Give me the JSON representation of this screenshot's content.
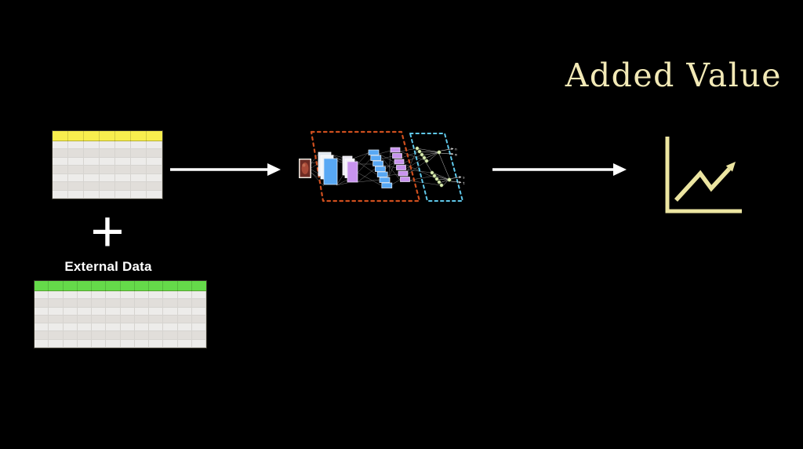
{
  "colors": {
    "background": "#000000",
    "title_color": "#f2e9b6",
    "arrow_color": "#ffffff",
    "encoder_outline": "#cf4f1e",
    "head_outline": "#5fc8ea",
    "conv_color": "#58a8f4",
    "dense_color": "#c893ee",
    "node_color": "#dcedb4",
    "chart_color": "#ece5a1",
    "wire_color": "#8f8f8f"
  },
  "title": "Added Value",
  "pipeline": {
    "input_table": {
      "header_color": "#f8ee4e",
      "columns": 7,
      "rows": 7
    },
    "plus_symbol": "+",
    "external_data": {
      "label": "External Data",
      "table": {
        "header_color": "#65da4a",
        "columns": 12,
        "rows": 7
      }
    },
    "model": {
      "output_labels": [
        "n",
        "m",
        "s",
        "t"
      ]
    },
    "icons": {
      "input_table": "spreadsheet-yellow-header",
      "external_table": "spreadsheet-green-header",
      "model": "neural-network-diagram",
      "result": "rising-line-chart"
    }
  }
}
